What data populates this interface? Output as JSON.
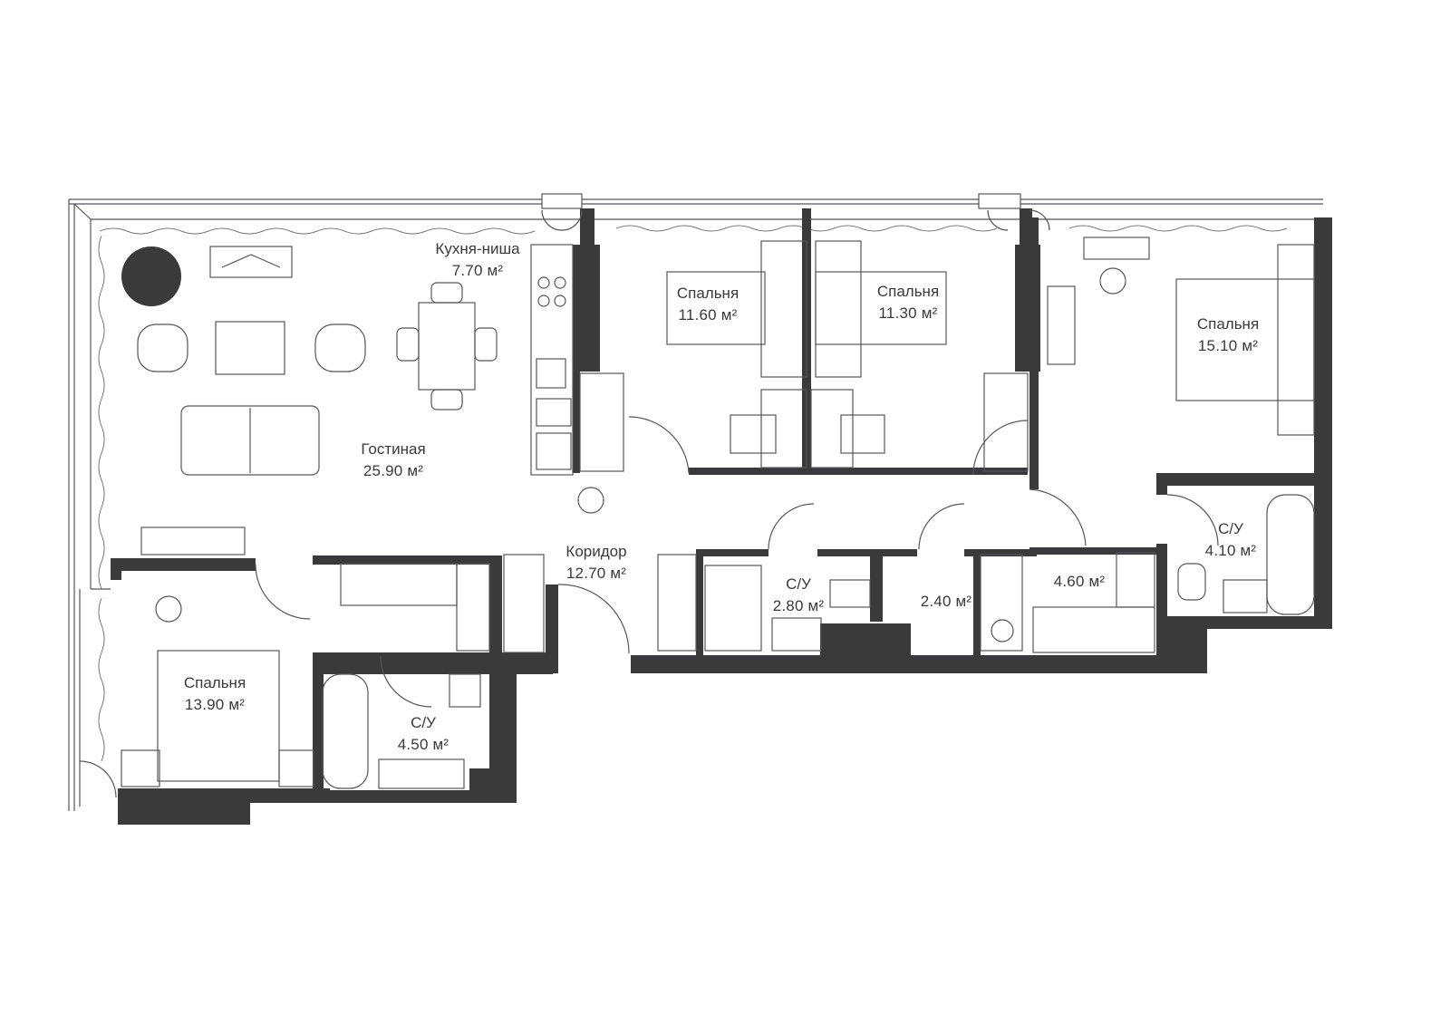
{
  "plan": {
    "wall_color": "#3a3a3c",
    "line_color": "#55565a",
    "rooms": [
      {
        "id": "kitchen",
        "name": "Кухня-ниша",
        "area": "7.70 м²"
      },
      {
        "id": "living",
        "name": "Гостиная",
        "area": "25.90 м²"
      },
      {
        "id": "bedroom1",
        "name": "Спальня",
        "area": "11.60 м²"
      },
      {
        "id": "bedroom2",
        "name": "Спальня",
        "area": "11.30 м²"
      },
      {
        "id": "bedroom3",
        "name": "Спальня",
        "area": "15.10 м²"
      },
      {
        "id": "bedroom4",
        "name": "Спальня",
        "area": "13.90 м²"
      },
      {
        "id": "corridor",
        "name": "Коридор",
        "area": "12.70 м²"
      },
      {
        "id": "bath1",
        "name": "С/У",
        "area": "2.80 м²"
      },
      {
        "id": "bath2",
        "name": "С/У",
        "area": "4.10 м²"
      },
      {
        "id": "bath3",
        "name": "С/У",
        "area": "4.50 м²"
      },
      {
        "id": "storage1",
        "name": "",
        "area": "2.40 м²"
      },
      {
        "id": "storage2",
        "name": "",
        "area": "4.60 м²"
      }
    ]
  }
}
